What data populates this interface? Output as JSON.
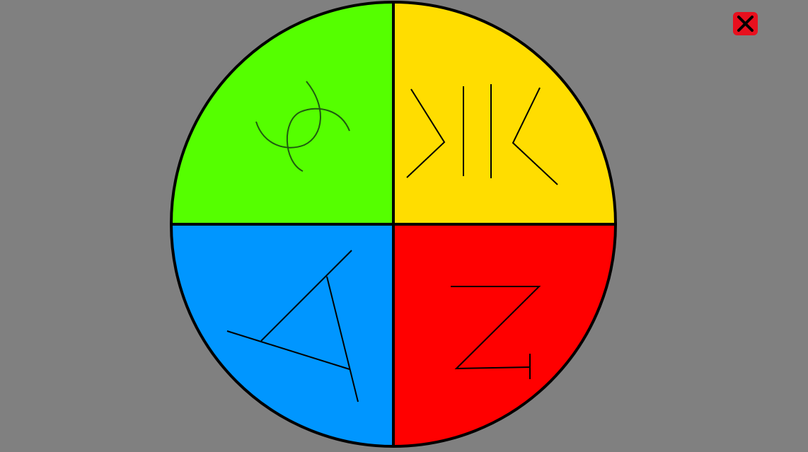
{
  "theme": {
    "background": "#808080",
    "outline": "#000000",
    "symbol_stroke_dark_green": "#1e5a10",
    "symbol_stroke": "#000000"
  },
  "close_button": {
    "icon": "close-icon",
    "color": "#e8101e",
    "cross_color": "#000000"
  },
  "wheel": {
    "quadrants": [
      {
        "id": "top-left",
        "color": "#55ff00",
        "symbol": "interlocking-arcs-glyph"
      },
      {
        "id": "top-right",
        "color": "#ffdd00",
        "symbol": "mirrored-k-glyph"
      },
      {
        "id": "bottom-left",
        "color": "#0096ff",
        "symbol": "triangle-glyph"
      },
      {
        "id": "bottom-right",
        "color": "#ff0000",
        "symbol": "z-glyph"
      }
    ]
  }
}
